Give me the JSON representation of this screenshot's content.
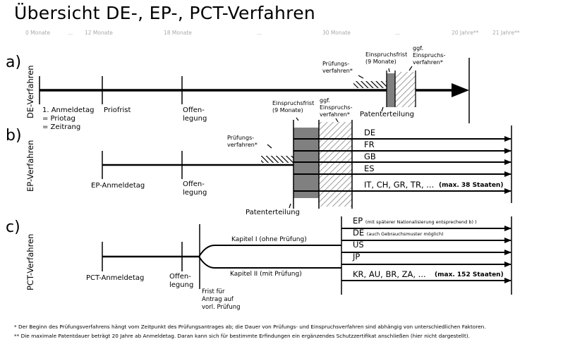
{
  "title": "Übersicht DE-, EP-, PCT-Verfahren",
  "timeline_ticks": [
    "0 Monate",
    "...",
    "12 Monate",
    "18 Monate",
    "...",
    "30 Monate",
    "...",
    "20 Jahre**",
    "21 Jahre**"
  ],
  "sections": {
    "a": {
      "letter": "a)",
      "name": "DE-Verfahren",
      "milestones": [
        "1. Anmeldetag",
        "= Priotag",
        "= Zeitrang"
      ],
      "priofrist": "Priofrist",
      "offenlegung": [
        "Offen-",
        "legung"
      ],
      "pruefung": [
        "Prüfungs-",
        "verfahren*"
      ],
      "einspruchsfrist": [
        "Einspruchsfrist",
        "(9 Monate)"
      ],
      "einspruchsverfahren": [
        "ggf.",
        "Einspruchs-",
        "verfahren*"
      ],
      "patenterteilung": "Patenterteilung"
    },
    "b": {
      "letter": "b)",
      "name": "EP-Verfahren",
      "anmeldetag": "EP-Anmeldetag",
      "offenlegung": [
        "Offen-",
        "legung"
      ],
      "pruefung": [
        "Prüfungs-",
        "verfahren*"
      ],
      "einspruchsfrist": [
        "Einspruchsfrist",
        "(9 Monate)"
      ],
      "einspruchsverfahren": [
        "ggf.",
        "Einspruchs-",
        "verfahren*"
      ],
      "patenterteilung": "Patenterteilung",
      "countries": [
        "DE",
        "FR",
        "GB",
        "ES",
        "IT, CH, GR, TR, ..."
      ],
      "max_note": "(max. 38 Staaten)"
    },
    "c": {
      "letter": "c)",
      "name": "PCT-Verfahren",
      "anmeldetag": "PCT-Anmeldetag",
      "offenlegung": [
        "Offen-",
        "legung"
      ],
      "frist": [
        "Frist für",
        "Antrag auf",
        "vorl. Prüfung"
      ],
      "kapitel1": "Kapitel I (ohne Prüfung)",
      "kapitel2": "Kapitel II (mit Prüfung)",
      "countries": [
        {
          "code": "EP",
          "note": "(mit späterer Nationalisierung entsprechend b) )"
        },
        {
          "code": "DE",
          "note": "(auch Gebrauchsmuster möglich)"
        },
        {
          "code": "US",
          "note": ""
        },
        {
          "code": "JP",
          "note": ""
        },
        {
          "code": "KR, AU, BR, ZA, ...",
          "note": ""
        }
      ],
      "max_note": "(max. 152 Staaten)"
    }
  },
  "footnotes": [
    "* Der Beginn des Prüfungsverfahrens hängt vom Zeitpunkt des Prüfungsantrages ab; die Dauer von Prüfungs- und Einspruchsverfahren sind abhängig von unterschiedlichen Faktoren.",
    "** Die maximale Patentdauer beträgt 20 Jahre ab Anmeldetag. Daran kann sich für bestimmte Erfindungen ein ergänzendes Schutzzertifikat anschließen (hier nicht dargestellt)."
  ],
  "colors": {
    "line": "#000000",
    "grey_block": "#808080",
    "hatch": "#9a9a9a",
    "tick_text": "#aaaaaa"
  }
}
